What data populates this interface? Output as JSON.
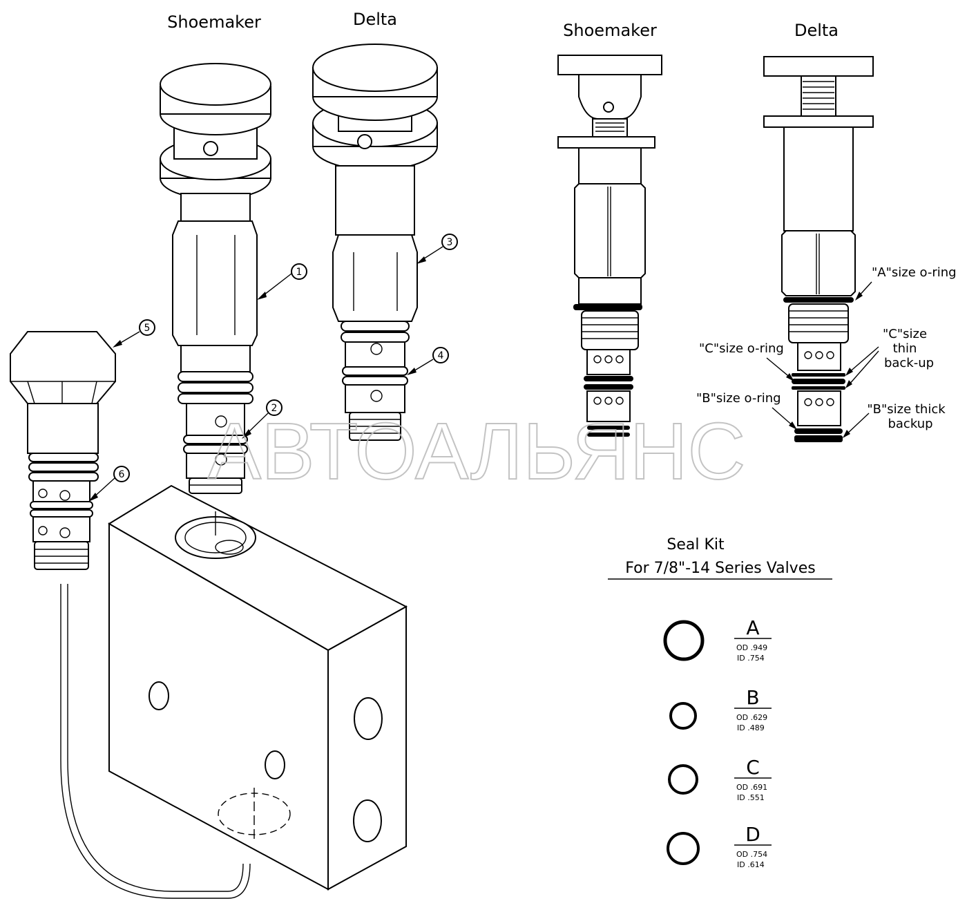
{
  "headers": {
    "persp_left": "Shoemaker",
    "persp_right": "Delta",
    "side_left": "Shoemaker",
    "side_right": "Delta"
  },
  "callouts": [
    "1",
    "2",
    "3",
    "4",
    "5",
    "6"
  ],
  "seal_annotations": {
    "a_oring": "\"A\"size o-ring",
    "c_oring": "\"C\"size o-ring",
    "b_oring": "\"B\"size o-ring",
    "c_backup": [
      "\"C\"size",
      "thin",
      "back-up"
    ],
    "b_backup": [
      "\"B\"size thick",
      "backup"
    ]
  },
  "seal_kit": {
    "title_line1": "Seal Kit",
    "title_line2": "For 7/8\"-14 Series Valves",
    "rings": [
      {
        "letter": "A",
        "od": "OD .949",
        "id": "ID .754"
      },
      {
        "letter": "B",
        "od": "OD .629",
        "id": "ID .489"
      },
      {
        "letter": "C",
        "od": "OD .691",
        "id": "ID .551"
      },
      {
        "letter": "D",
        "od": "OD .754",
        "id": "ID .614"
      }
    ]
  },
  "watermark": "АВТОАЛЬЯНС"
}
